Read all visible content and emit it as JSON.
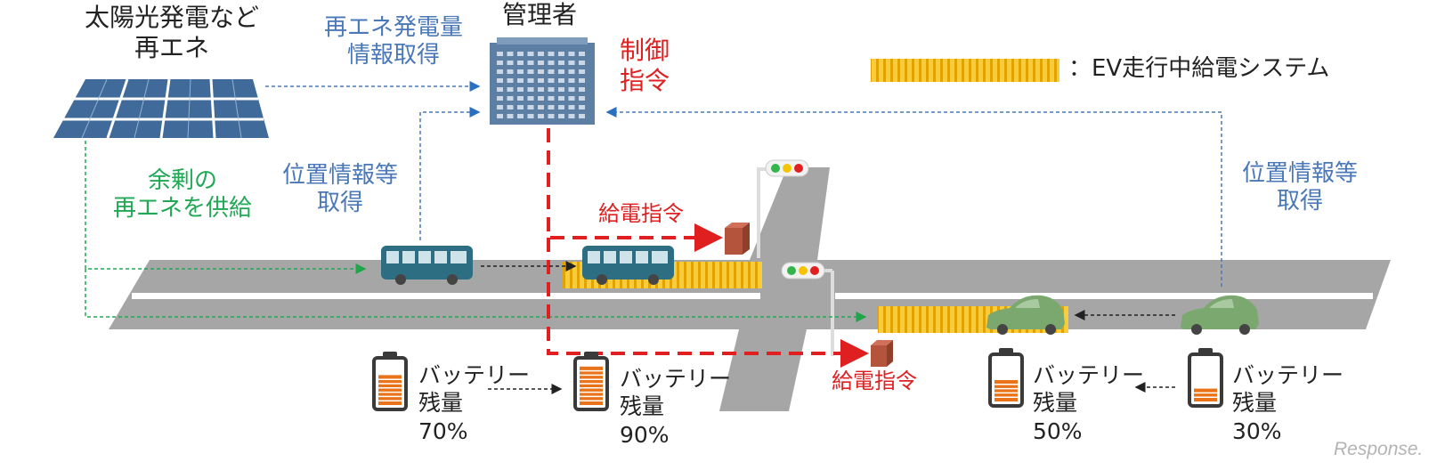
{
  "renewables": {
    "line1": "太陽光発電など",
    "line2": "再エネ"
  },
  "re_info": {
    "line1": "再エネ発電量",
    "line2": "情報取得"
  },
  "manager": {
    "label": "管理者"
  },
  "control": {
    "line1": "制御",
    "line2": "指令"
  },
  "legend": {
    "text": "：EV走行中給電システム"
  },
  "surplus": {
    "line1": "余剰の",
    "line2": "再エネを供給"
  },
  "position_left": {
    "line1": "位置情報等",
    "line2": "取得"
  },
  "position_right": {
    "line1": "位置情報等",
    "line2": "取得"
  },
  "feed_cmd_top": "給電指令",
  "feed_cmd_bottom": "給電指令",
  "batteries": [
    {
      "line1": "バッテリー",
      "line2": "残量",
      "pct": "70%",
      "level": 0.7
    },
    {
      "line1": "バッテリー",
      "line2": "残量",
      "pct": "90%",
      "level": 0.9
    },
    {
      "line1": "バッテリー",
      "line2": "残量",
      "pct": "50%",
      "level": 0.5
    },
    {
      "line1": "バッテリー",
      "line2": "残量",
      "pct": "30%",
      "level": 0.3
    }
  ],
  "watermark": "Response.",
  "colors": {
    "road": "#a6a6a6",
    "bus": "#2e6e82",
    "car": "#7aa86e",
    "ev_strip": "#f2b800",
    "building": "#5d7fa3",
    "battery_fill": "#e8731a",
    "control_line": "#e02020",
    "info_line": "#4a78b8",
    "supply_line": "#20a855"
  }
}
